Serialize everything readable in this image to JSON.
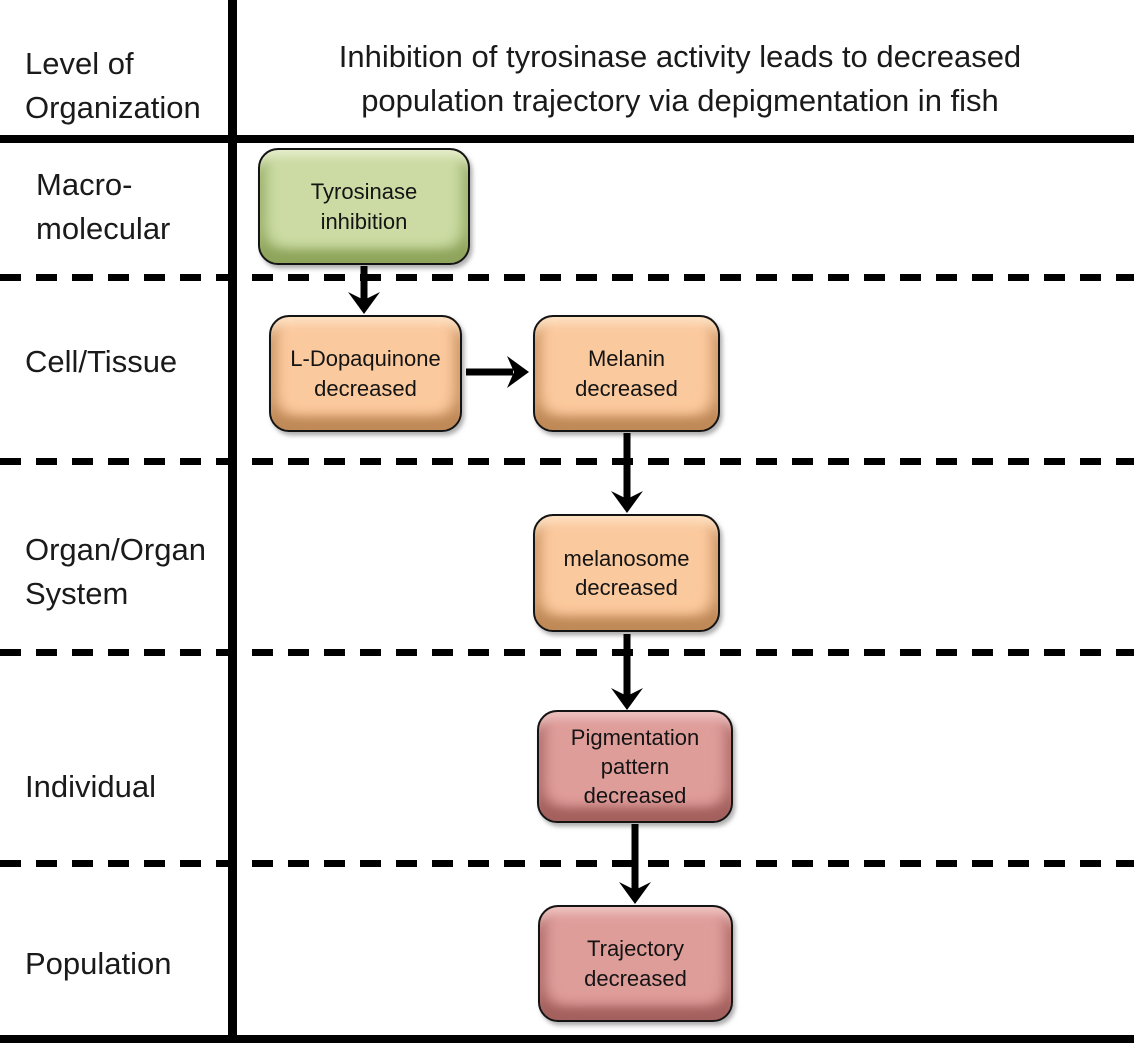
{
  "header": {
    "level_label": "Level of\nOrganization",
    "title": "Inhibition of tyrosinase activity leads to decreased\npopulation trajectory via depigmentation in fish"
  },
  "rows": [
    {
      "label": "Macro-\nmolecular"
    },
    {
      "label": "Cell/Tissue"
    },
    {
      "label": "Organ/Organ\nSystem"
    },
    {
      "label": "Individual"
    },
    {
      "label": "Population"
    }
  ],
  "nodes": [
    {
      "name": "tyrosinase-inhibition",
      "label": "Tyrosinase\ninhibition",
      "color": "green"
    },
    {
      "name": "l-dopaquinone-decreased",
      "label": "L-Dopaquinone\ndecreased",
      "color": "orange"
    },
    {
      "name": "melanin-decreased",
      "label": "Melanin\ndecreased",
      "color": "orange"
    },
    {
      "name": "melanosome-decreased",
      "label": "melanosome\ndecreased",
      "color": "orange"
    },
    {
      "name": "pigmentation-pattern-decreased",
      "label": "Pigmentation\npattern\ndecreased",
      "color": "pink"
    },
    {
      "name": "trajectory-decreased",
      "label": "Trajectory\ndecreased",
      "color": "pink"
    }
  ],
  "icons": {
    "arrow_down": "downward black arrow connector",
    "arrow_right": "rightward black arrow connector"
  },
  "colors": {
    "green": {
      "fill": "#cbdba3",
      "highlight": "#e6eecd",
      "shadow": "#8fa55c"
    },
    "orange": {
      "fill": "#fbc99e",
      "highlight": "#fde3c6",
      "shadow": "#c08a58"
    },
    "pink": {
      "fill": "#df9d9a",
      "highlight": "#eec6c3",
      "shadow": "#a4615e"
    },
    "line": "#000000",
    "background": "#ffffff",
    "text": "#1a1a1a"
  }
}
